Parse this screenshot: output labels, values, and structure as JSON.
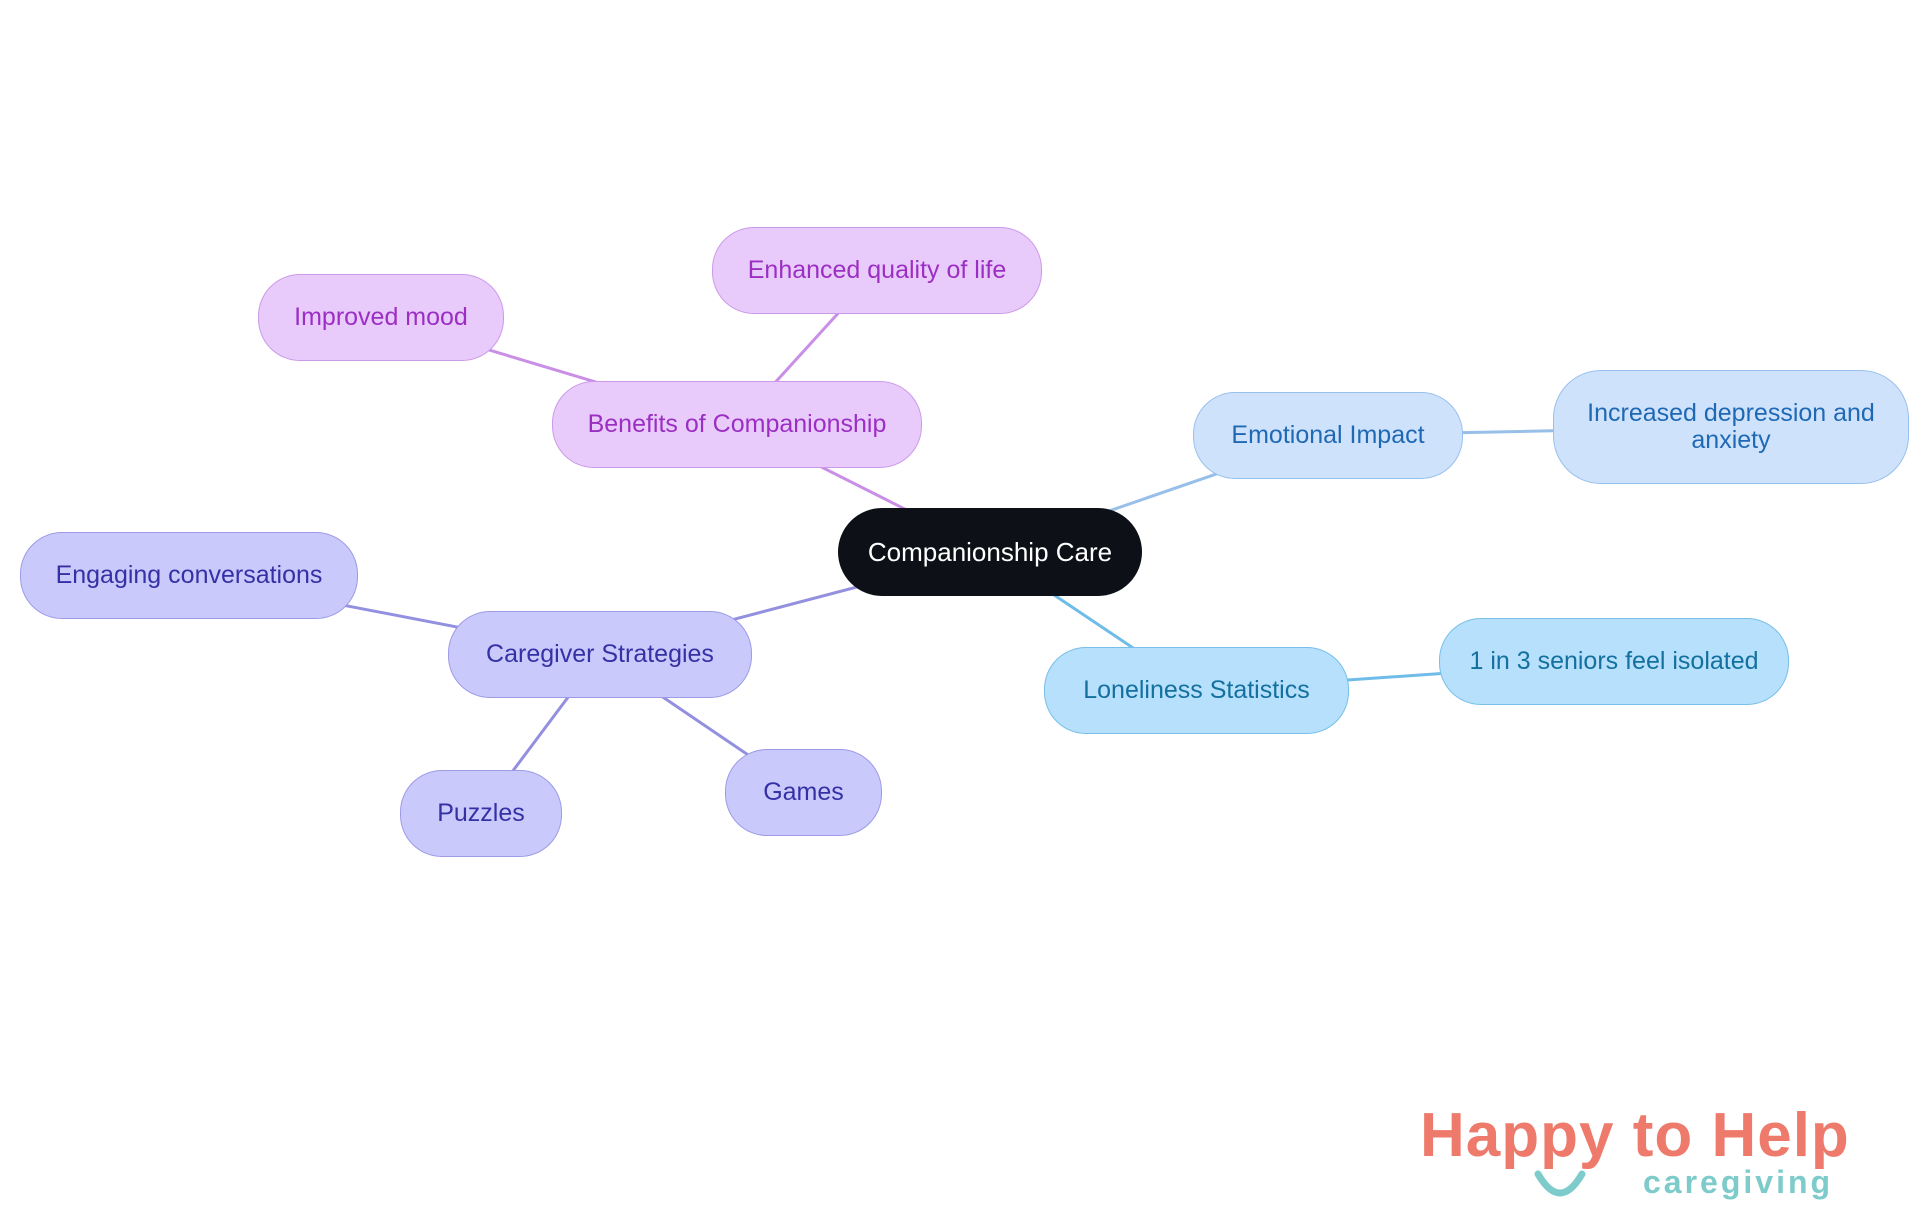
{
  "diagram": {
    "type": "mind-map",
    "root": {
      "id": "root",
      "label": "Companionship Care"
    },
    "branches": [
      {
        "id": "benefits",
        "label": "Benefits of Companionship",
        "children": [
          {
            "id": "mood",
            "label": "Improved mood"
          },
          {
            "id": "quality",
            "label": "Enhanced quality of life"
          }
        ]
      },
      {
        "id": "strategies",
        "label": "Caregiver Strategies",
        "children": [
          {
            "id": "conversations",
            "label": "Engaging conversations"
          },
          {
            "id": "puzzles",
            "label": "Puzzles"
          },
          {
            "id": "games",
            "label": "Games"
          }
        ]
      },
      {
        "id": "emotional",
        "label": "Emotional Impact",
        "children": [
          {
            "id": "depression",
            "label": "Increased depression and anxiety"
          }
        ]
      },
      {
        "id": "loneliness",
        "label": "Loneliness Statistics",
        "children": [
          {
            "id": "isolated",
            "label": "1 in 3 seniors feel isolated"
          }
        ]
      }
    ]
  },
  "colors": {
    "root": "#0d1117",
    "benefits": "#e8cbfb",
    "strategies": "#cac9fc",
    "emotional": "#cfe2fb",
    "loneliness": "#b6e0fc",
    "logo_primary": "#ee7a6c",
    "logo_secondary": "#7dcbca"
  },
  "logo": {
    "title": "Happy to Help",
    "subtitle": "caregiving"
  }
}
